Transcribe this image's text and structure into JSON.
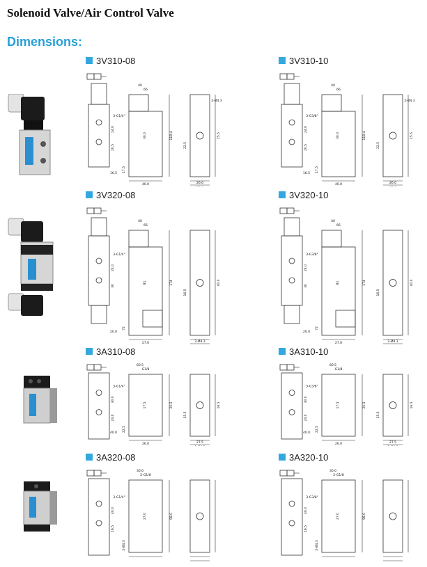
{
  "header": {
    "title": "Solenoid Valve/Air Control Valve"
  },
  "section": {
    "title": "Dimensions:"
  },
  "products": [
    {
      "model": "3V310-08",
      "type": "single-solenoid",
      "port_label": "3-G1/4\"",
      "dims": [
        "66",
        "40",
        "118.4",
        "20.5",
        "24.0",
        "30.0",
        "17.5",
        "22.5",
        "15.5",
        "16.5",
        "40.0",
        "26.0",
        "27.0",
        "2-Ø4.3"
      ]
    },
    {
      "model": "3V310-10",
      "type": "single-solenoid",
      "port_label": "3-G3/8\"",
      "dims": [
        "66",
        "40",
        "118.4",
        "20.5",
        "24.0",
        "30.0",
        "17.5",
        "22.5",
        "15.5",
        "16.5",
        "40.0",
        "26.0",
        "27.0",
        "2-Ø4.3"
      ]
    },
    {
      "model": "3V320-08",
      "type": "double-solenoid",
      "port_label": "3-G1/4\"",
      "dims": [
        "66",
        "40",
        "174",
        "30",
        "24.0",
        "81",
        "72",
        "16.5",
        "40.0",
        "20.0",
        "27.0",
        "2-Ø4.3"
      ]
    },
    {
      "model": "3V320-10",
      "type": "double-solenoid",
      "port_label": "3-G3/8\"",
      "dims": [
        "66",
        "40",
        "174",
        "30",
        "24.0",
        "81",
        "72",
        "16.5",
        "40.0",
        "20.0",
        "27.0",
        "2-Ø4.3"
      ]
    },
    {
      "model": "3A310-08",
      "type": "single-pilot",
      "port_label": "3-G1/4\"",
      "dims": [
        "G1/8",
        "60.5",
        "20.5",
        "24.0",
        "30.0",
        "17.5",
        "22.5",
        "15.5",
        "16.5",
        "40.0",
        "26.0",
        "27.5",
        "2-Ø4.3"
      ]
    },
    {
      "model": "3A310-10",
      "type": "single-pilot",
      "port_label": "3-G3/8\"",
      "dims": [
        "G1/8",
        "60.5",
        "20.5",
        "24.0",
        "30.0",
        "17.5",
        "22.5",
        "15.5",
        "16.5",
        "40.0",
        "26.0",
        "27.5",
        "2-Ø4.3"
      ]
    },
    {
      "model": "3A320-08",
      "type": "double-pilot",
      "port_label": "3-G1/4\"",
      "dims": [
        "2-G1/8",
        "30.0",
        "98.0",
        "16.5",
        "40.0",
        "27.0",
        "2-Ø4.3"
      ]
    },
    {
      "model": "3A320-10",
      "type": "double-pilot",
      "port_label": "3-G3/8\"",
      "dims": [
        "2-G1/8",
        "30.0",
        "98.0",
        "16.5",
        "40.0",
        "27.0",
        "2-Ø4.3"
      ]
    }
  ],
  "colors": {
    "accent": "#2a9fd8",
    "bullet": "#33a8de",
    "line": "#333333",
    "valve_blue": "#2a8fd0"
  }
}
